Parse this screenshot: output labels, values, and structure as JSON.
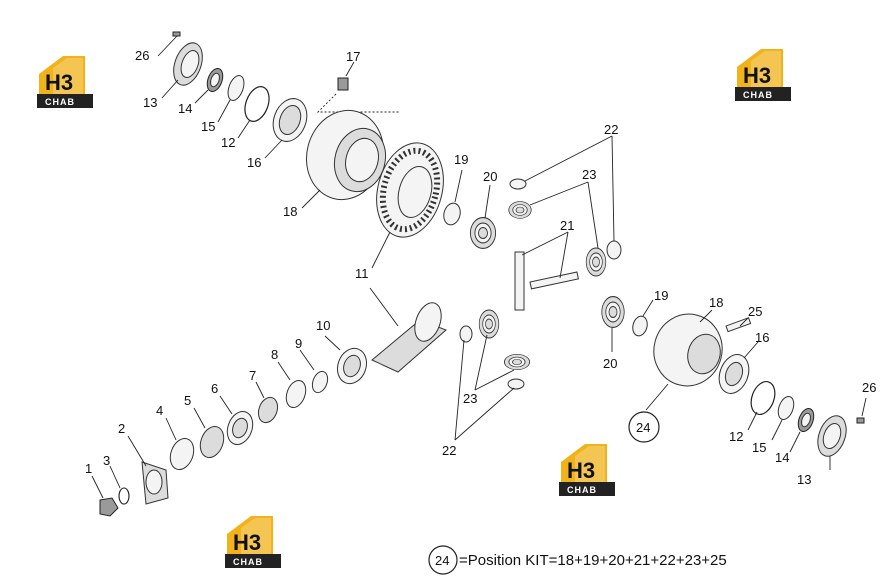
{
  "logo": {
    "mark": "H3",
    "sub": "CHAB",
    "color": "#f2b21a"
  },
  "labels": {
    "l26a": "26",
    "l13a": "13",
    "l14a": "14",
    "l15a": "15",
    "l12a": "12",
    "l16a": "16",
    "l17": "17",
    "l18a": "18",
    "l11": "11",
    "l19a": "19",
    "l20a": "20",
    "l22a": "22",
    "l23a": "23",
    "l21": "21",
    "l10": "10",
    "l9": "9",
    "l8": "8",
    "l7": "7",
    "l6": "6",
    "l5": "5",
    "l4": "4",
    "l2": "2",
    "l1": "1",
    "l3": "3",
    "l23b": "23",
    "l22b": "22",
    "l19b": "19",
    "l18b": "18",
    "l25": "25",
    "l16b": "16",
    "l20b": "20",
    "l24": "24",
    "l12b": "12",
    "l15b": "15",
    "l14b": "14",
    "l13b": "13",
    "l26b": "26"
  },
  "kit": {
    "circle": "24",
    "text": "=Position KIT=18+19+20+21+22+23+25"
  }
}
